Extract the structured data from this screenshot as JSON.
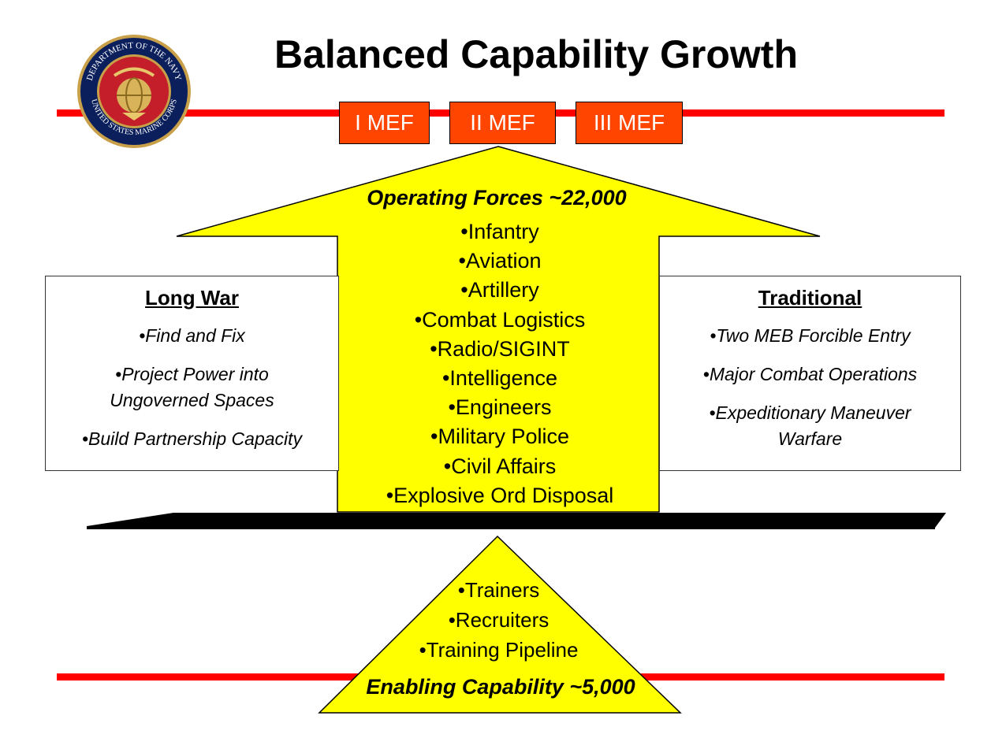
{
  "slide": {
    "title": "Balanced Capability Growth",
    "seal_text_top": "DEPARTMENT OF THE NAVY",
    "seal_text_bottom": "UNITED STATES MARINE CORPS"
  },
  "mefs": [
    "I MEF",
    "II MEF",
    "III MEF"
  ],
  "operating_forces": {
    "heading": "Operating Forces ~22,000",
    "items": [
      "•Infantry",
      "•Aviation",
      "•Artillery",
      "•Combat Logistics",
      "•Radio/SIGINT",
      "•Intelligence",
      "•Engineers",
      "•Military Police",
      "•Civil Affairs",
      "•Explosive Ord Disposal"
    ]
  },
  "long_war": {
    "heading": "Long War",
    "items": [
      "•Find and Fix",
      "•Project Power into Ungoverned Spaces",
      "•Build Partnership Capacity"
    ]
  },
  "traditional": {
    "heading": "Traditional",
    "items": [
      "•Two MEB Forcible Entry",
      "•Major Combat Operations",
      "•Expeditionary Maneuver Warfare"
    ]
  },
  "enabling": {
    "items": [
      "•Trainers",
      "•Recruiters",
      "•Training Pipeline"
    ],
    "footer": "Enabling Capability ~5,000"
  },
  "colors": {
    "red_line": "#ff0000",
    "mef_box": "#ff4500",
    "arrow_fill": "#ffff00",
    "beam": "#000000"
  }
}
